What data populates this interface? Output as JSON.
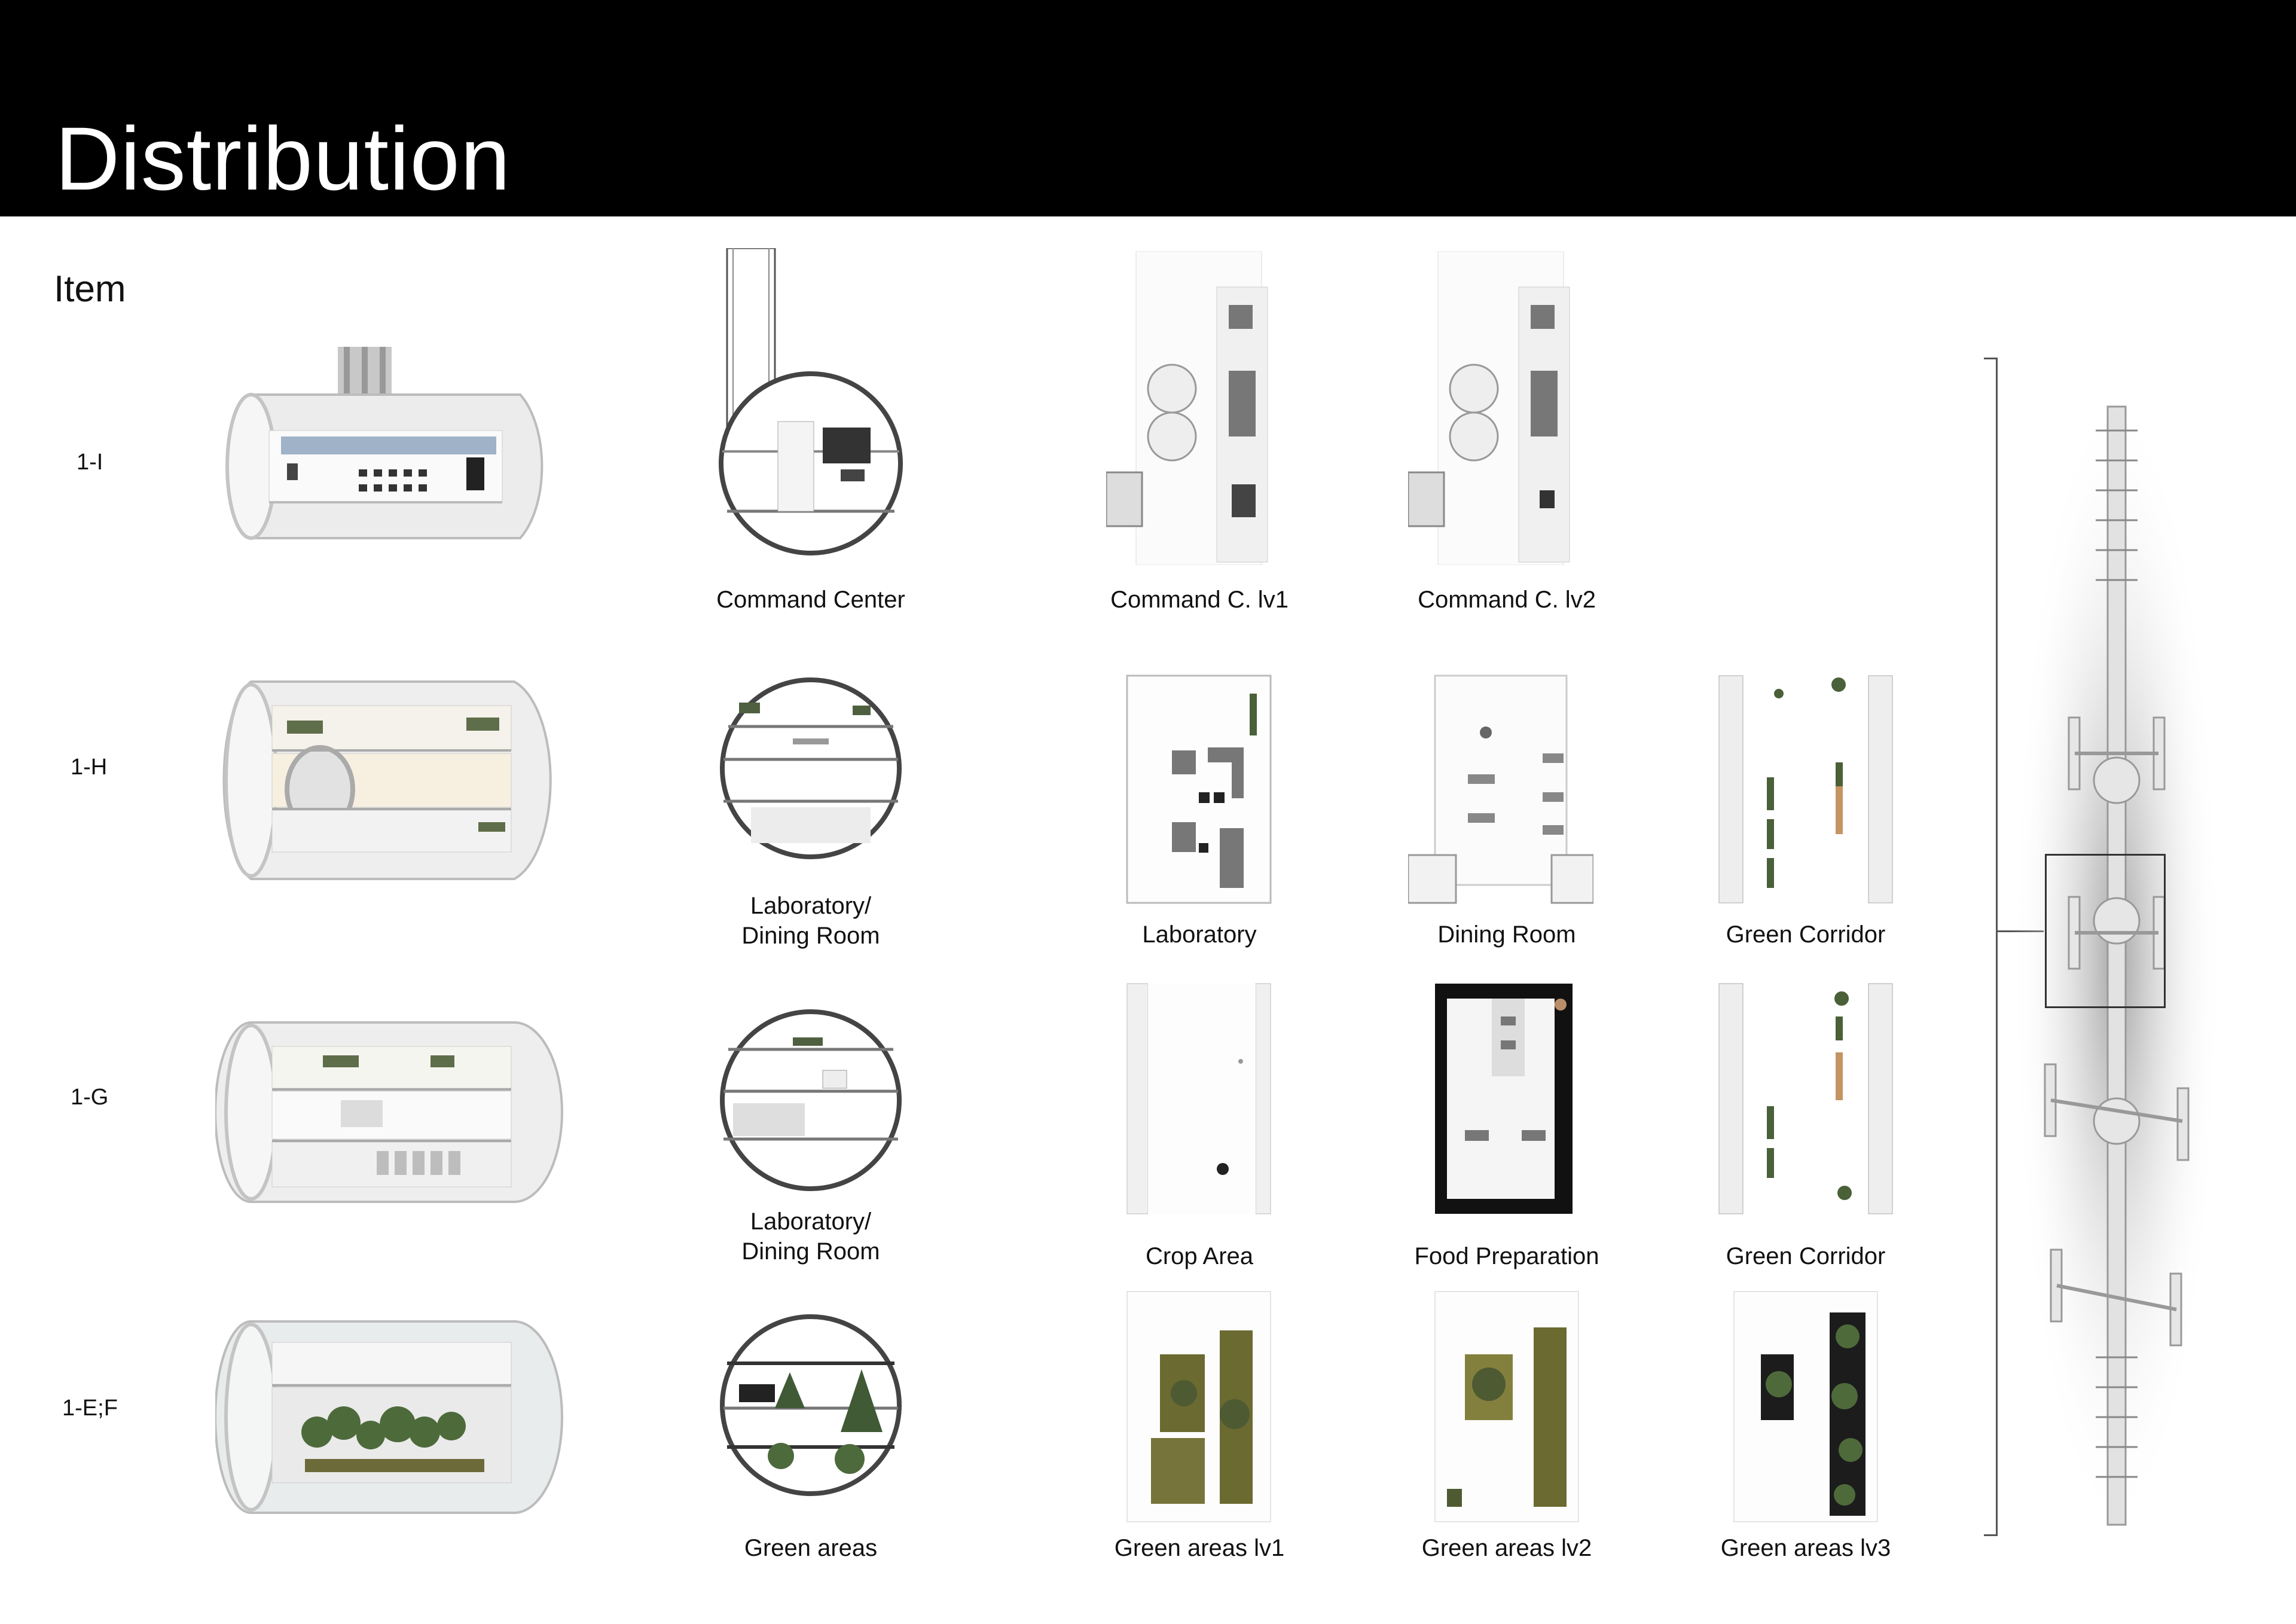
{
  "title": "Distribution",
  "item_heading": "Item",
  "rows": [
    {
      "label": "1-I",
      "section_caption": "Command Center",
      "plans": [
        "Command C. lv1",
        "Command C. lv2"
      ]
    },
    {
      "label": "1-H",
      "section_caption_line1": "Laboratory/",
      "section_caption_line2": "Dining Room",
      "plans": [
        "Laboratory",
        "Dining Room",
        "Green Corridor"
      ]
    },
    {
      "label": "1-G",
      "section_caption_line1": "Laboratory/",
      "section_caption_line2": "Dining Room",
      "plans": [
        "Crop Area",
        "Food Preparation",
        "Green Corridor"
      ]
    },
    {
      "label": "1-E;F",
      "section_caption": "Green areas",
      "plans": [
        "Green areas lv1",
        "Green areas lv2",
        "Green areas lv3"
      ]
    }
  ],
  "colors": {
    "header": "#000000",
    "plant": "#4a5a3a",
    "grass": "#8a8a3a",
    "structure": "#d9d9d9"
  }
}
